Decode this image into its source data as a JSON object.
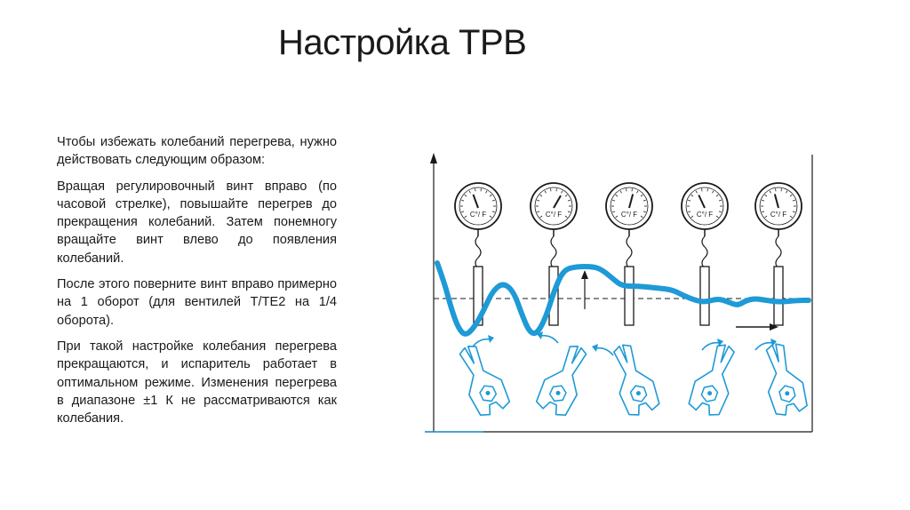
{
  "slide": {
    "title": "Настройка ТРВ",
    "paragraphs": [
      "Чтобы избежать колебаний перегрева, нужно действовать следующим образом:",
      "Вращая регулировочный винт вправо (по часовой стрелке), повышайте перегрев до прекращения колебаний. Затем понемногу вращайте винт влево до появления колебаний.",
      "После этого поверните винт вправо примерно на 1 оборот (для вентилей T/TE2 на 1/4 оборота).",
      "При такой настройке колебания перегрева прекращаются, и испаритель работает в оптимальном режиме. Изменения перегрева в диапазоне ±1 К не рассматриваются как колебания."
    ]
  },
  "diagram": {
    "gauge_label": "C°/ F",
    "gauge_count": 5,
    "curve_color": "#1e9ad6",
    "line_color": "#1a1a1a"
  }
}
